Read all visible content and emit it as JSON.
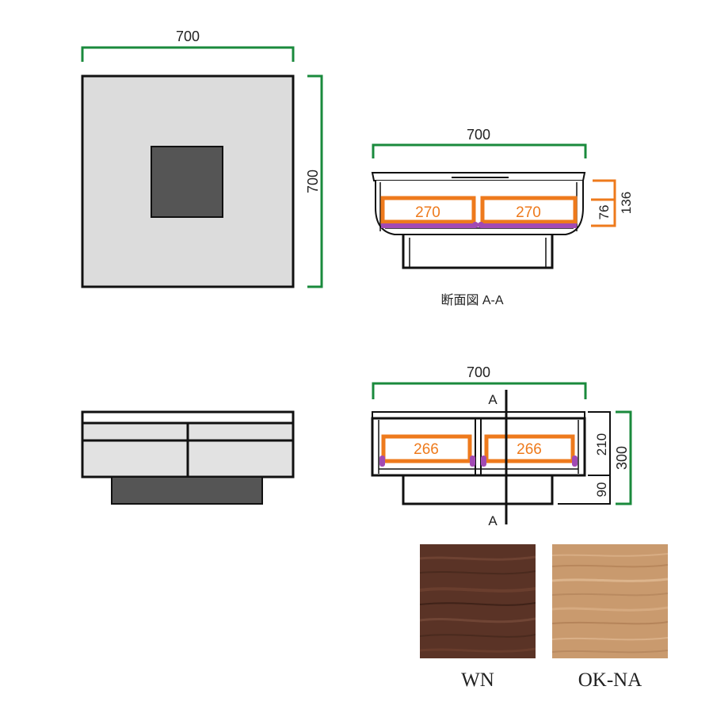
{
  "colors": {
    "outline": "#111111",
    "top_face": "#dcdcdc",
    "dark_panel": "#555555",
    "front_face": "#e2e2e2",
    "dim_green": "#1a8a3c",
    "dim_orange": "#ee7a1c",
    "purple": "#a24ab4"
  },
  "top_view": {
    "width_label": "700",
    "depth_label": "700"
  },
  "section_view": {
    "width_label": "700",
    "drawer_labels": [
      "270",
      "270"
    ],
    "inner_height_label": "76",
    "outer_height_label": "136",
    "caption": "断面図 A-A"
  },
  "front_view": {
    "width_label": "700",
    "drawer_labels": [
      "266",
      "266"
    ],
    "upper_height_label": "210",
    "base_height_label": "90",
    "total_height_label": "300",
    "section_mark": "A"
  },
  "swatches": [
    {
      "code": "WN",
      "color": "#5a3326"
    },
    {
      "code": "OK-NA",
      "color": "#c99a6e"
    }
  ]
}
